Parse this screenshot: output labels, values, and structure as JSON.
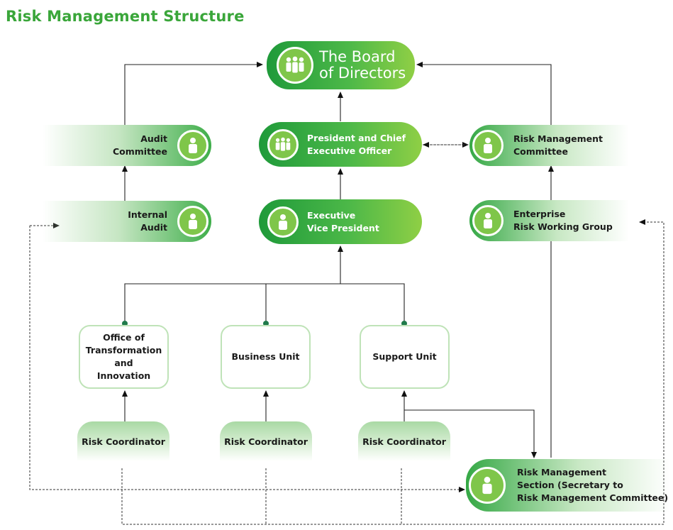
{
  "title": "Risk Management Structure",
  "nodes": {
    "board": "The Board of Directors",
    "president_l1": "President and Chief",
    "president_l2": "Executive Officer",
    "evp_l1": "Executive",
    "evp_l2": "Vice President",
    "audit_l1": "Audit",
    "audit_l2": "Committee",
    "internal_l1": "Internal",
    "internal_l2": "Audit",
    "rmc_l1": "Risk Management",
    "rmc_l2": "Committee",
    "erwg_l1": "Enterprise",
    "erwg_l2": "Risk Working Group",
    "oti_l1": "Office of",
    "oti_l2": "Transformation and",
    "oti_l3": "Innovation",
    "business_unit": "Business Unit",
    "support_unit": "Support Unit",
    "coordinator_1": "Risk Coordinator",
    "coordinator_2": "Risk Coordinator",
    "coordinator_3": "Risk Coordinator",
    "rms_l1": "Risk Management",
    "rms_l2": "Section (Secretary to",
    "rms_l3": "Risk Management Committee)"
  },
  "colors": {
    "title": "#3aa63a",
    "pill_dark": "#1f9a3a",
    "pill_light": "#8fcf45",
    "icon": "#7fc64a",
    "unit_border": "#bfe3b8"
  },
  "icons": {
    "group": "people-group-icon",
    "single": "person-icon"
  }
}
